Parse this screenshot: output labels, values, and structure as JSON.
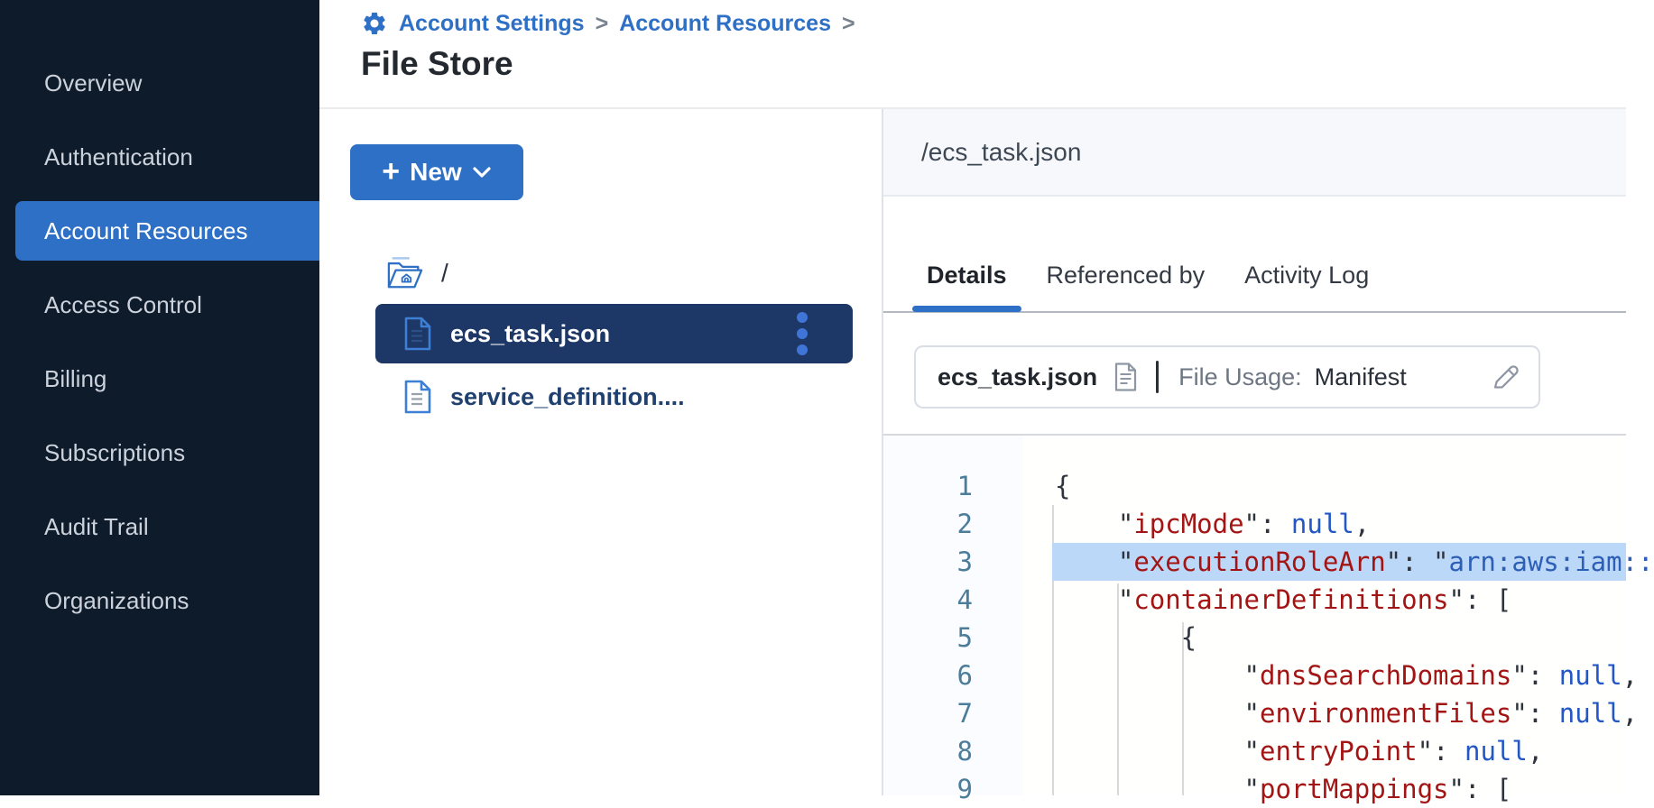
{
  "sidebar": {
    "items": [
      {
        "id": "overview",
        "label": "Overview",
        "active": false
      },
      {
        "id": "authentication",
        "label": "Authentication",
        "active": false
      },
      {
        "id": "account-resources",
        "label": "Account Resources",
        "active": true
      },
      {
        "id": "access-control",
        "label": "Access Control",
        "active": false
      },
      {
        "id": "billing",
        "label": "Billing",
        "active": false
      },
      {
        "id": "subscriptions",
        "label": "Subscriptions",
        "active": false
      },
      {
        "id": "audit-trail",
        "label": "Audit Trail",
        "active": false
      },
      {
        "id": "organizations",
        "label": "Organizations",
        "active": false
      }
    ]
  },
  "header": {
    "breadcrumb": [
      {
        "label": "Account Settings"
      },
      {
        "label": "Account Resources"
      }
    ],
    "separator": ">",
    "title": "File Store"
  },
  "file_panel": {
    "new_button_label": "New",
    "root_path": "/",
    "files": [
      {
        "name": "ecs_task.json",
        "selected": true,
        "has_menu": true
      },
      {
        "name": "service_definition....",
        "selected": false,
        "has_menu": false
      }
    ]
  },
  "detail_panel": {
    "path": "/ecs_task.json",
    "tabs": [
      {
        "label": "Details",
        "active": true
      },
      {
        "label": "Referenced by",
        "active": false
      },
      {
        "label": "Activity Log",
        "active": false
      }
    ],
    "file_info": {
      "name": "ecs_task.json",
      "usage_label": "File Usage:",
      "usage_value": "Manifest"
    },
    "code": {
      "highlighted_line": 3,
      "lines": [
        {
          "num": 1,
          "tokens": [
            {
              "c": "p",
              "v": "{"
            }
          ]
        },
        {
          "num": 2,
          "tokens": [
            {
              "c": "p",
              "v": "    \""
            },
            {
              "c": "k",
              "v": "ipcMode"
            },
            {
              "c": "p",
              "v": "\": "
            },
            {
              "c": "n",
              "v": "null"
            },
            {
              "c": "p",
              "v": ","
            }
          ]
        },
        {
          "num": 3,
          "tokens": [
            {
              "c": "p",
              "v": "    \""
            },
            {
              "c": "k",
              "v": "executionRoleArn"
            },
            {
              "c": "p",
              "v": "\": \""
            },
            {
              "c": "s",
              "v": "arn:aws:iam::"
            }
          ]
        },
        {
          "num": 4,
          "tokens": [
            {
              "c": "p",
              "v": "    \""
            },
            {
              "c": "k",
              "v": "containerDefinitions"
            },
            {
              "c": "p",
              "v": "\": ["
            }
          ]
        },
        {
          "num": 5,
          "tokens": [
            {
              "c": "p",
              "v": "        {"
            }
          ]
        },
        {
          "num": 6,
          "tokens": [
            {
              "c": "p",
              "v": "            \""
            },
            {
              "c": "k",
              "v": "dnsSearchDomains"
            },
            {
              "c": "p",
              "v": "\": "
            },
            {
              "c": "n",
              "v": "null"
            },
            {
              "c": "p",
              "v": ","
            }
          ]
        },
        {
          "num": 7,
          "tokens": [
            {
              "c": "p",
              "v": "            \""
            },
            {
              "c": "k",
              "v": "environmentFiles"
            },
            {
              "c": "p",
              "v": "\": "
            },
            {
              "c": "n",
              "v": "null"
            },
            {
              "c": "p",
              "v": ","
            }
          ]
        },
        {
          "num": 8,
          "tokens": [
            {
              "c": "p",
              "v": "            \""
            },
            {
              "c": "k",
              "v": "entryPoint"
            },
            {
              "c": "p",
              "v": "\": "
            },
            {
              "c": "n",
              "v": "null"
            },
            {
              "c": "p",
              "v": ","
            }
          ]
        },
        {
          "num": 9,
          "tokens": [
            {
              "c": "p",
              "v": "            \""
            },
            {
              "c": "k",
              "v": "portMappings"
            },
            {
              "c": "p",
              "v": "\": ["
            }
          ]
        }
      ]
    }
  },
  "colors": {
    "accent_blue": "#2e70c6",
    "sidebar_bg": "#0e1b2b",
    "selected_row_bg": "#1d3766",
    "line_highlight": "#bcd8f8",
    "code_key": "#a31515",
    "code_null": "#2357c5",
    "code_string": "#2e5fb7",
    "gutter_number": "#4b7d9a"
  }
}
